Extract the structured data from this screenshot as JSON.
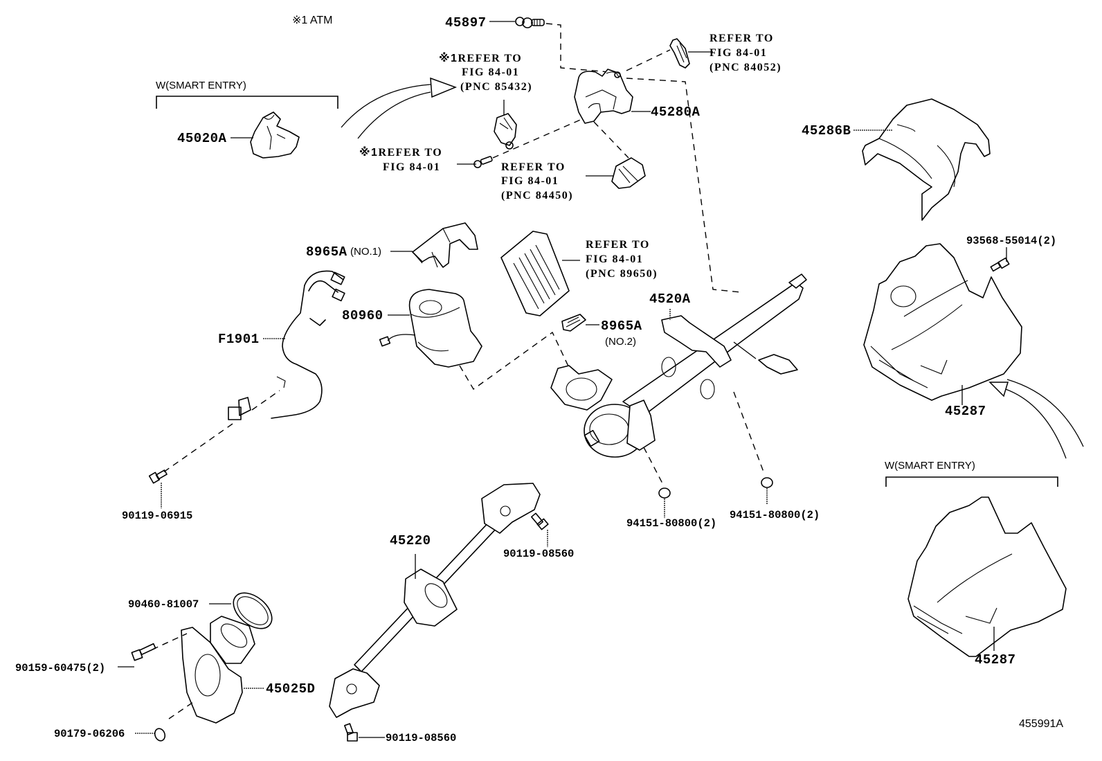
{
  "diagram": {
    "figure_id": "455991A",
    "notes": {
      "atm_note": "※1 ATM",
      "smart_entry_left": "W(SMART ENTRY)",
      "smart_entry_right": "W(SMART ENTRY)"
    },
    "references": {
      "ref_85432": {
        "marker": "※1",
        "line1": "REFER TO",
        "line2": "FIG 84-01",
        "line3": "(PNC 85432)"
      },
      "ref_screw": {
        "marker": "※1",
        "line1": "REFER TO",
        "line2": "FIG 84-01"
      },
      "ref_84450": {
        "line1": "REFER TO",
        "line2": "FIG 84-01",
        "line3": "(PNC 84450)"
      },
      "ref_84052": {
        "line1": "REFER TO",
        "line2": "FIG 84-01",
        "line3": "(PNC 84052)"
      },
      "ref_89650": {
        "line1": "REFER TO",
        "line2": "FIG 84-01",
        "line3": "(PNC 89650)"
      }
    },
    "parts": {
      "p45897": "45897",
      "p45280A": "45280A",
      "p45020A": "45020A",
      "p45286B": "45286B",
      "p8965A_no1": "8965A",
      "p8965A_no1_suffix": "(NO.1)",
      "p8965A_no2": "8965A",
      "p8965A_no2_suffix": "(NO.2)",
      "p80960": "80960",
      "pF1901": "F1901",
      "p4520A": "4520A",
      "p93568": "93568-55014(2)",
      "p45287_upper": "45287",
      "p45287_lower": "45287",
      "p90119_06915": "90119-06915",
      "p94151_a": "94151-80800(2)",
      "p94151_b": "94151-80800(2)",
      "p90119_08560_a": "90119-08560",
      "p90119_08560_b": "90119-08560",
      "p45220": "45220",
      "p90460": "90460-81007",
      "p90159": "90159-60475(2)",
      "p45025D": "45025D",
      "p90179": "90179-06206"
    }
  }
}
